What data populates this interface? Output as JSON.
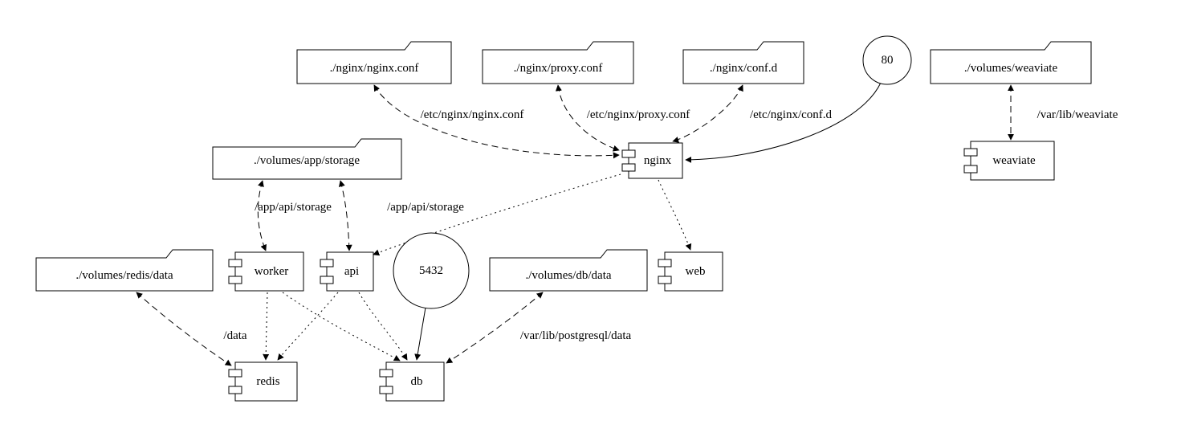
{
  "diagram": {
    "colors": {
      "stroke": "#000000",
      "background": "#ffffff"
    },
    "nodes": {
      "nginx_conf": {
        "label": "./nginx/nginx.conf",
        "type": "folder"
      },
      "proxy_conf": {
        "label": "./nginx/proxy.conf",
        "type": "folder"
      },
      "conf_d": {
        "label": "./nginx/conf.d",
        "type": "folder"
      },
      "port80": {
        "label": "80",
        "type": "port"
      },
      "volumes_weaviate": {
        "label": "./volumes/weaviate",
        "type": "folder"
      },
      "app_storage": {
        "label": "./volumes/app/storage",
        "type": "folder"
      },
      "nginx": {
        "label": "nginx",
        "type": "component"
      },
      "weaviate": {
        "label": "weaviate",
        "type": "component"
      },
      "redis_data": {
        "label": "./volumes/redis/data",
        "type": "folder"
      },
      "worker": {
        "label": "worker",
        "type": "component"
      },
      "api": {
        "label": "api",
        "type": "component"
      },
      "port5432": {
        "label": "5432",
        "type": "port"
      },
      "db_data": {
        "label": "./volumes/db/data",
        "type": "folder"
      },
      "web": {
        "label": "web",
        "type": "component"
      },
      "redis": {
        "label": "redis",
        "type": "component"
      },
      "db": {
        "label": "db",
        "type": "component"
      }
    },
    "edge_labels": {
      "nginx_conf": "/etc/nginx/nginx.conf",
      "proxy_conf": "/etc/nginx/proxy.conf",
      "conf_d": "/etc/nginx/conf.d",
      "weaviate": "/var/lib/weaviate",
      "storage_worker": "/app/api/storage",
      "storage_api": "/app/api/storage",
      "redis": "/data",
      "db": "/var/lib/postgresql/data"
    }
  }
}
